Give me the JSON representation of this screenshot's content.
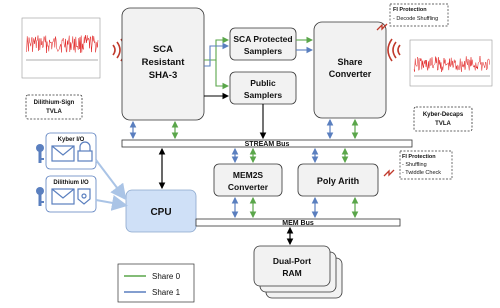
{
  "colors": {
    "share0": "#5aa64a",
    "share1": "#5a7fbf",
    "box_fill": "#f2f2f2",
    "cpu_fill": "#cfe0f7",
    "trace_red": "#e01818",
    "wireless": "#c0392b"
  },
  "blocks": {
    "sca_resistant": [
      "SCA",
      "Resistant",
      "SHA-3"
    ],
    "sca_protected_samplers": [
      "SCA Protected",
      "Samplers"
    ],
    "public_samplers": [
      "Public",
      "Samplers"
    ],
    "share_converter": [
      "Share",
      "Converter"
    ],
    "mem2s_converter": [
      "MEM2S",
      "Converter"
    ],
    "poly_arith": "Poly Arith",
    "cpu": "CPU",
    "dual_port_ram": [
      "Dual-Port",
      "RAM"
    ]
  },
  "buses": {
    "stream": "STREAM Bus",
    "mem": "MEM Bus"
  },
  "io": {
    "kyber": "Kyber I/O",
    "dilithium": "Dilithium I/O"
  },
  "tvla": {
    "dilithium": [
      "Dilithium-Sign",
      "TVLA"
    ],
    "kyber": [
      "Kyber-Decaps",
      "TVLA"
    ]
  },
  "fi_top": {
    "title": "FI Protection",
    "items": [
      "- Decode Shuffling"
    ]
  },
  "fi_mid": {
    "title": "FI Protection",
    "items": [
      "- Shuffling",
      "- Twiddle Check"
    ]
  },
  "legend": {
    "share0": "Share 0",
    "share1": "Share 1"
  }
}
